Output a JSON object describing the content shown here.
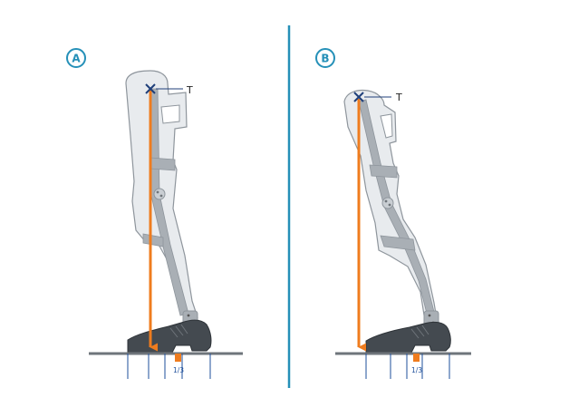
{
  "panels": [
    {
      "badge": "A",
      "point_label": "T",
      "fraction": "1/3"
    },
    {
      "badge": "B",
      "point_label": "T",
      "fraction": "1/3"
    }
  ],
  "colors": {
    "accent": "#2590B8",
    "arrow": "#EF7C1E",
    "orthosis_fill": "#E8EBEE",
    "orthosis_stroke": "#8E959C",
    "strut": "#A9AFB5",
    "shoe": "#444A50",
    "ground": "#6F757B",
    "guide_lines": "#1E4F9B",
    "marker": "#1F3F7A"
  }
}
